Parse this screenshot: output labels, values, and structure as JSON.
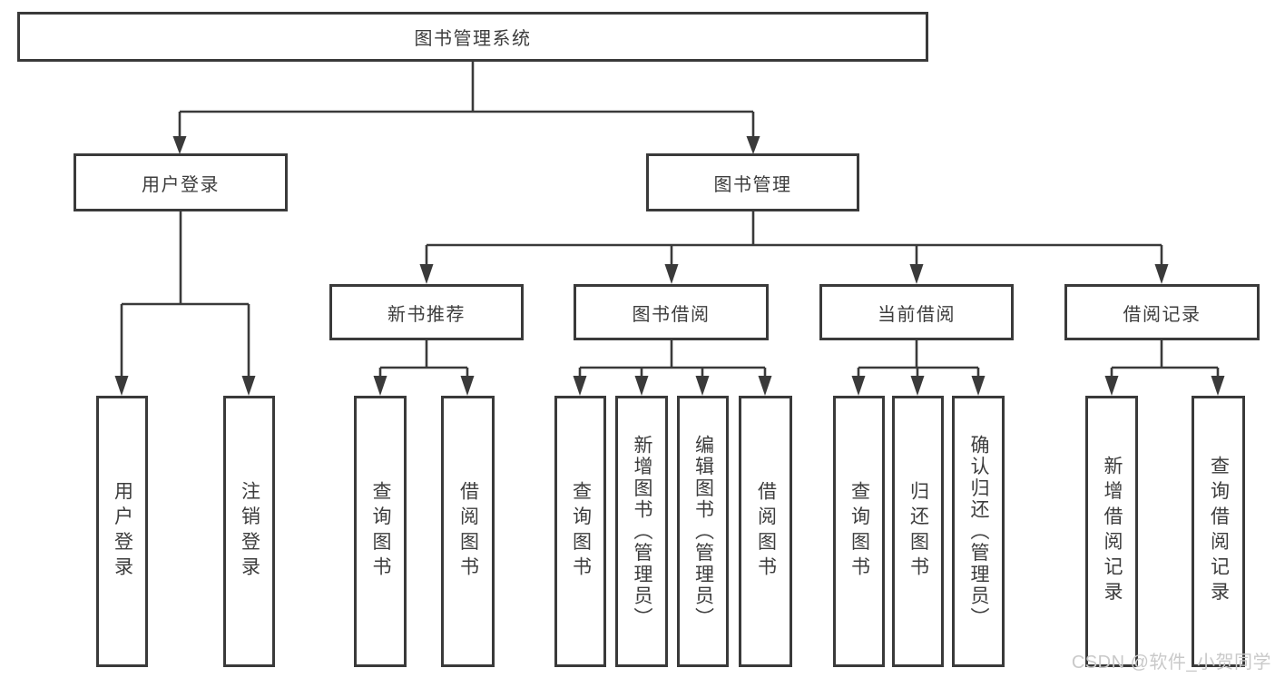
{
  "tree": {
    "label": "图书管理系统",
    "children": [
      {
        "label": "用户登录",
        "children": [
          {
            "label": "用户登录"
          },
          {
            "label": "注销登录"
          }
        ]
      },
      {
        "label": "图书管理",
        "children": [
          {
            "label": "新书推荐",
            "children": [
              {
                "label": "查询图书"
              },
              {
                "label": "借阅图书"
              }
            ]
          },
          {
            "label": "图书借阅",
            "children": [
              {
                "label": "查询图书"
              },
              {
                "label": "新增图书（管理员）"
              },
              {
                "label": "编辑图书（管理员）"
              },
              {
                "label": "借阅图书"
              }
            ]
          },
          {
            "label": "当前借阅",
            "children": [
              {
                "label": "查询图书"
              },
              {
                "label": "归还图书"
              },
              {
                "label": "确认归还（管理员）"
              }
            ]
          },
          {
            "label": "借阅记录",
            "children": [
              {
                "label": "新增借阅记录"
              },
              {
                "label": "查询借阅记录"
              }
            ]
          }
        ]
      }
    ]
  },
  "watermark": {
    "text": "CSDN @软件_小贺同学"
  },
  "colors": {
    "line": "#3a3a3a",
    "text": "#3d3d3d",
    "background": "#ffffff",
    "watermark": "#c9c9c9"
  }
}
